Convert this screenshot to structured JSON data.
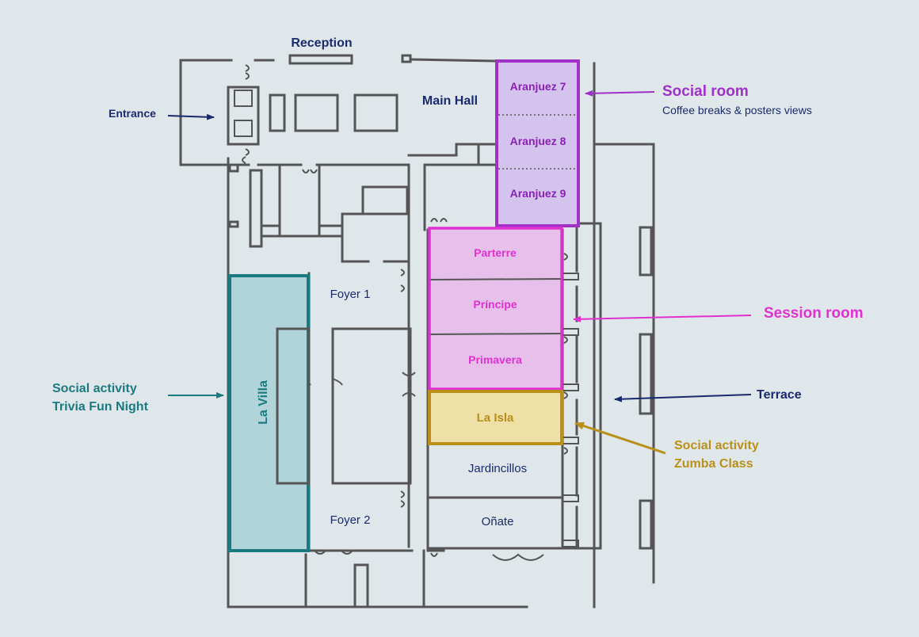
{
  "colors": {
    "background": "#dfe7eb",
    "wall": "#555555",
    "navy": "#1a2a6e",
    "social_room": "#a030c8",
    "social_room_fill": "#d4c3ec",
    "session_room": "#e030d0",
    "session_room_fill": "#e6bfea",
    "teal": "#1b7a80",
    "teal_fill": "#b0d4da",
    "gold": "#b8901a",
    "gold_fill": "#efe0a8"
  },
  "rooms": {
    "reception": "Reception",
    "main_hall": "Main Hall",
    "aranjuez7": "Aranjuez 7",
    "aranjuez8": "Aranjuez 8",
    "aranjuez9": "Aranjuez 9",
    "parterre": "Parterre",
    "principe": "Príncipe",
    "primavera": "Primavera",
    "la_isla": "La Isla",
    "jardincillos": "Jardincillos",
    "onate": "Oñate",
    "foyer1": "Foyer 1",
    "foyer2": "Foyer 2",
    "la_villa": "La Villa"
  },
  "annotations": {
    "entrance": "Entrance",
    "social_room_title": "Social room",
    "social_room_sub": "Coffee breaks & posters views",
    "session_room": "Session room",
    "terrace": "Terrace",
    "trivia_line1": "Social activity",
    "trivia_line2": "Trivia Fun Night",
    "zumba_line1": "Social activity",
    "zumba_line2": "Zumba Class"
  }
}
